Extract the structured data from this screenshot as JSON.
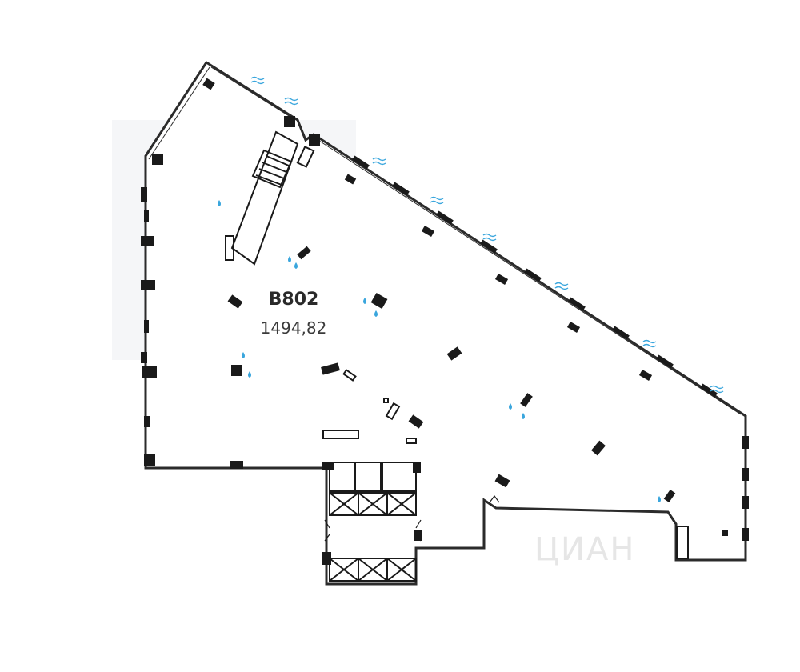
{
  "unit": {
    "code": "B802",
    "area": "1494,82"
  },
  "watermark": "ЦИАН",
  "colors": {
    "wall": "#1a1a1a",
    "outline": "#2b2b2b",
    "water": "#3aa6dd",
    "shade": "#f5f6f8"
  },
  "icons": {
    "window_marker": "wave-icon",
    "water_point": "water-drop-icon"
  }
}
